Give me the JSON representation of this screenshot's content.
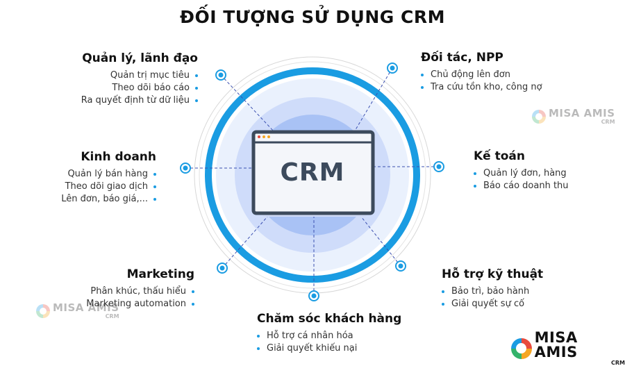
{
  "title": "ĐỐI TƯỢNG SỬ DỤNG CRM",
  "center_label": "CRM",
  "groups": {
    "quan_ly": {
      "heading": "Quản lý, lãnh đạo",
      "items": [
        "Quản trị mục tiêu",
        "Theo dõi báo cáo",
        "Ra quyết định từ dữ liệu"
      ]
    },
    "kinh_doanh": {
      "heading": "Kinh doanh",
      "items": [
        "Quản lý bán hàng",
        "Theo dõi giao dịch",
        "Lên đơn, báo giá,..."
      ]
    },
    "marketing": {
      "heading": "Marketing",
      "items": [
        "Phân khúc, thấu hiểu",
        "Marketing automation"
      ]
    },
    "cham_soc": {
      "heading": "Chăm sóc khách hàng",
      "items": [
        "Hỗ trợ cá nhân hóa",
        "Giải quyết khiếu nại"
      ]
    },
    "doi_tac": {
      "heading": "Đối tác, NPP",
      "items": [
        "Chủ động lên đơn",
        "Tra cứu tồn kho, công nợ"
      ]
    },
    "ke_toan": {
      "heading": "Kế toán",
      "items": [
        "Quản lý đơn, hàng",
        "Báo cáo doanh thu"
      ]
    },
    "ho_tro": {
      "heading": "Hỗ trợ kỹ thuật",
      "items": [
        "Bảo trì, bảo hành",
        "Giải quyết sự cố"
      ]
    }
  },
  "brand": {
    "name": "MISA AMIS",
    "sub": "CRM"
  },
  "colors": {
    "accent": "#1a9ce2",
    "ring_dark": "#1a9ce2",
    "circle_light": "#eaf1fd",
    "circle_mid": "#cfdcfa",
    "circle_inner": "#a9c2f5",
    "circle_core": "#7da3ef",
    "window_border": "#3c4a5c"
  },
  "icons": [
    "target-node-icon",
    "browser-window-icon",
    "misa-amis-logo-icon"
  ]
}
